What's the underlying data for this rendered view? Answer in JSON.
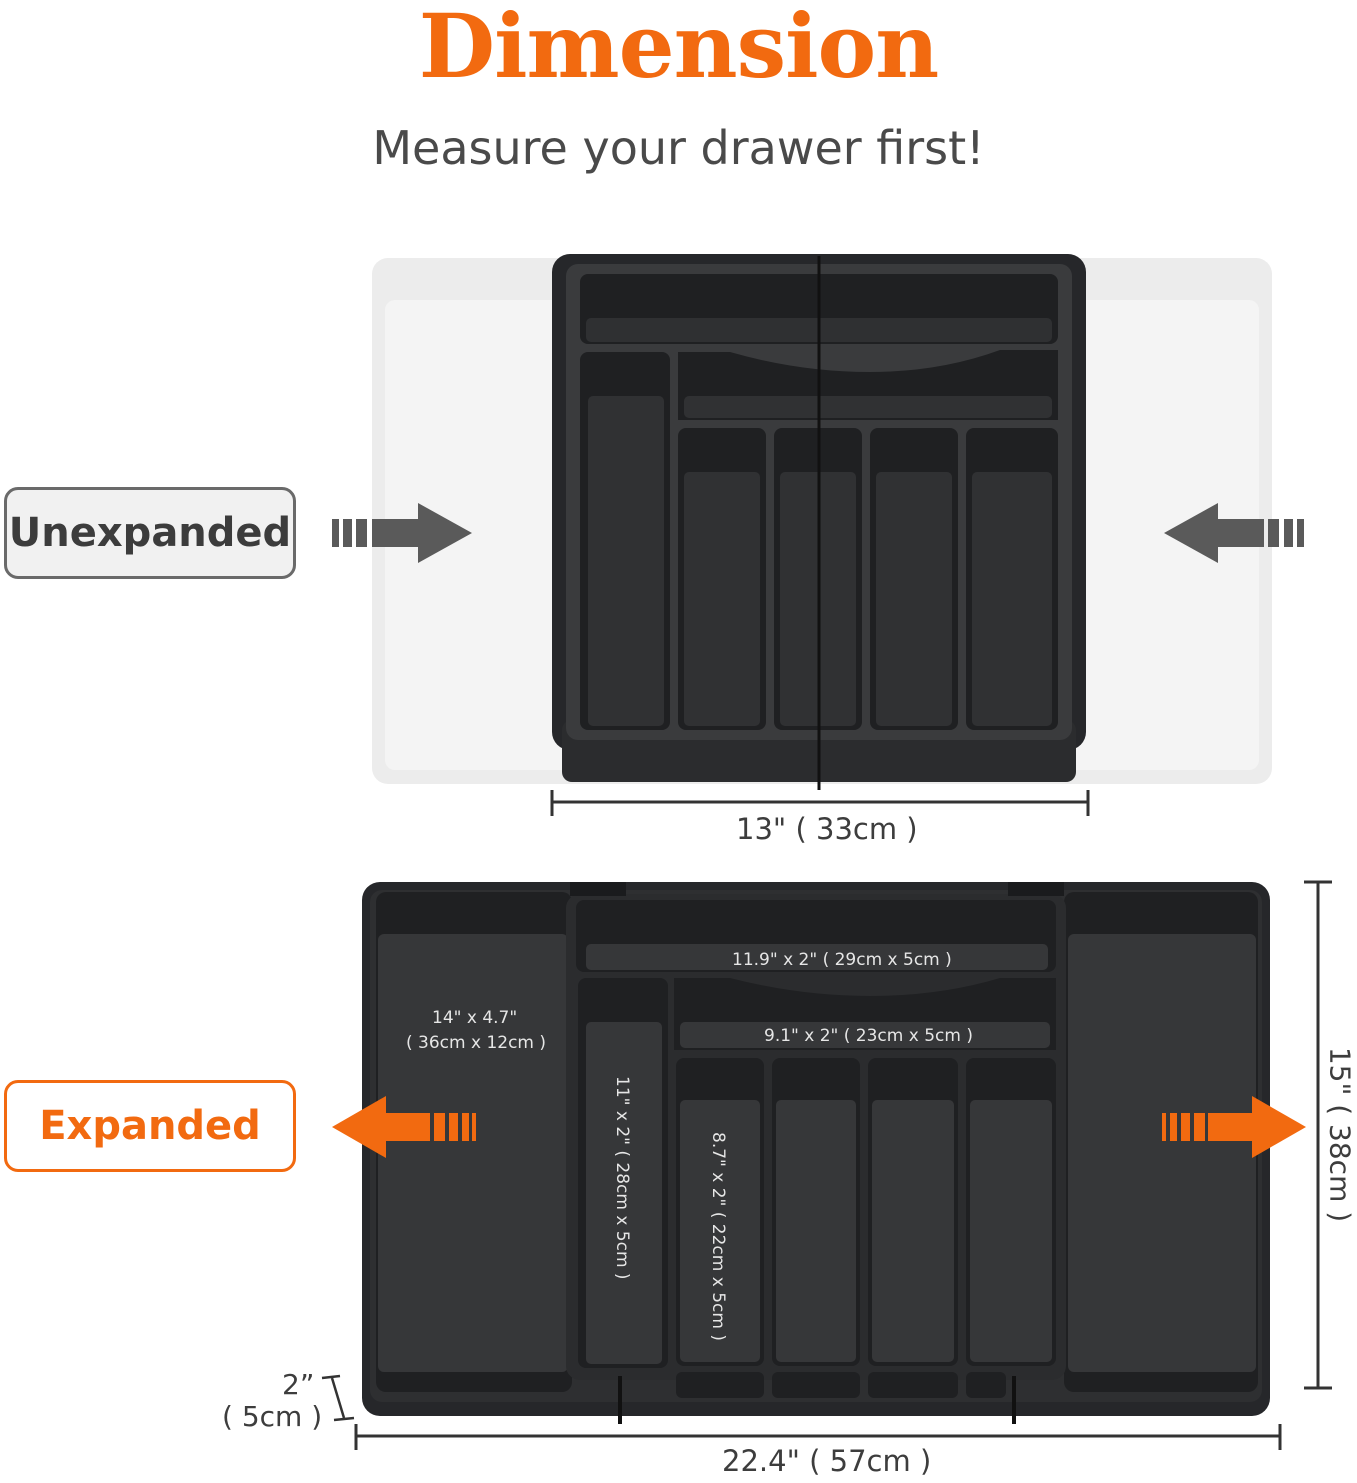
{
  "header": {
    "title": "Dimension",
    "subtitle": "Measure your drawer first!"
  },
  "states": {
    "unexpanded": {
      "label": "Unexpanded"
    },
    "expanded": {
      "label": "Expanded"
    }
  },
  "dimensions": {
    "unexpanded_width": "13\" ( 33cm )",
    "expanded_width": "22.4\" ( 57cm )",
    "expanded_depth": "15\" ( 38cm )",
    "height_in": "2”",
    "height_cm": "( 5cm )",
    "top_compartment": "11.9\" x 2\" ( 29cm x 5cm )",
    "side_compartment_1": "14\" x 4.7\"",
    "side_compartment_2": "( 36cm x 12cm )",
    "middle_compartment": "9.1\" x 2\" ( 23cm x 5cm )",
    "long_slot": "11\" x 2\" ( 28cm x 5cm )",
    "short_slot": "8.7\" x 2\" ( 22cm x 5cm )"
  },
  "colors": {
    "accent": "#f26a10",
    "tray": "#2b2c2e",
    "tray_inner": "#3a3b3d",
    "ghost_tray": "#ececec",
    "arrow_gray": "#5a5a5a",
    "label_bg": "#f1f1f1",
    "label_border": "#6a6a6a"
  }
}
